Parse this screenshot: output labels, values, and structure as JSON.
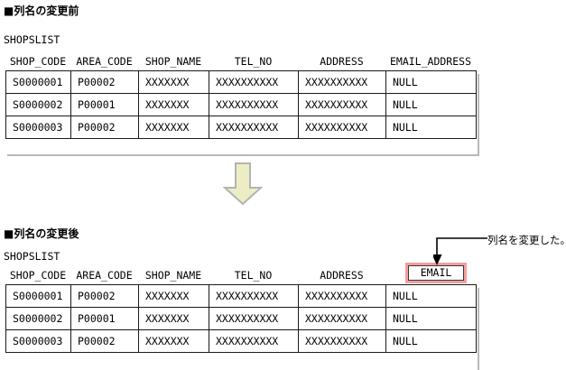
{
  "page": {
    "background": "#ffffff",
    "text_color": "#000000"
  },
  "before": {
    "heading": "■列名の変更前",
    "table_name": "SHOPSLIST",
    "columns": [
      "SHOP_CODE",
      "AREA_CODE",
      "SHOP_NAME",
      "TEL_NO",
      "ADDRESS",
      "EMAIL_ADDRESS"
    ],
    "rows": [
      [
        "S0000001",
        "P00002",
        "XXXXXXX",
        "XXXXXXXXXX",
        "XXXXXXXXXX",
        "NULL"
      ],
      [
        "S0000002",
        "P00001",
        "XXXXXXX",
        "XXXXXXXXXX",
        "XXXXXXXXXX",
        "NULL"
      ],
      [
        "S0000003",
        "P00002",
        "XXXXXXX",
        "XXXXXXXXXX",
        "XXXXXXXXXX",
        "NULL"
      ]
    ]
  },
  "arrow": {
    "name": "down-arrow",
    "fill": "#ecedc4",
    "stroke": "#b3b3b3"
  },
  "after": {
    "heading": "■列名の変更後",
    "table_name": "SHOPSLIST",
    "columns": [
      "SHOP_CODE",
      "AREA_CODE",
      "SHOP_NAME",
      "TEL_NO",
      "ADDRESS",
      "EMAIL"
    ],
    "highlighted_column": "EMAIL",
    "highlight_color": "#f79d9d",
    "rows": [
      [
        "S0000001",
        "P00002",
        "XXXXXXX",
        "XXXXXXXXXX",
        "XXXXXXXXXX",
        "NULL"
      ],
      [
        "S0000002",
        "P00001",
        "XXXXXXX",
        "XXXXXXXXXX",
        "XXXXXXXXXX",
        "NULL"
      ],
      [
        "S0000003",
        "P00002",
        "XXXXXXX",
        "XXXXXXXXXX",
        "XXXXXXXXXX",
        "NULL"
      ]
    ]
  },
  "callout": {
    "text": "列名を変更した。",
    "line_color": "#000000"
  }
}
